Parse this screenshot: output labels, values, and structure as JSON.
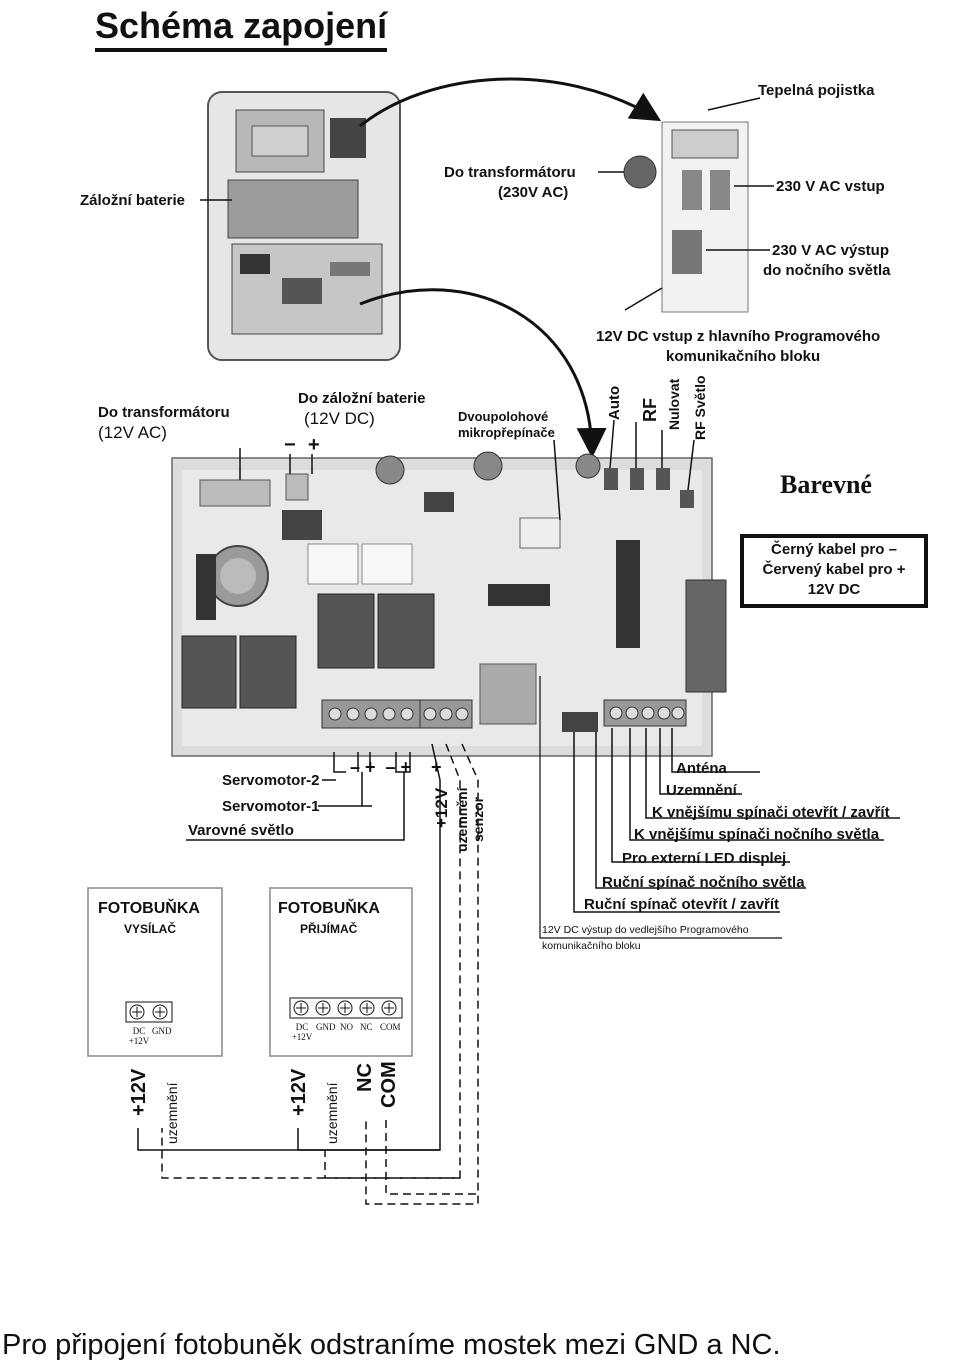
{
  "title": "Schéma zapojení",
  "top_labels": {
    "thermal_fuse": "Tepelná pojistka",
    "to_transformer_230": "Do transformátoru",
    "to_transformer_230_sub": "(230V AC)",
    "ac_input": "230 V AC vstup",
    "ac_output_1": "230 V AC výstup",
    "ac_output_2": "do nočního světla",
    "backup_battery": "Záložní baterie",
    "dc_input_1": "12V DC vstup z hlavního Programového",
    "dc_input_2": "komunikačního bloku"
  },
  "board_labels": {
    "to_transformer_12": "Do transformátoru",
    "to_transformer_12_sub": "(12V AC)",
    "to_battery": "Do záložní baterie",
    "to_battery_sub": "(12V DC)",
    "minus": "−",
    "plus": "+",
    "dip_1": "Dvoupolohové",
    "dip_2": "mikropřepínače",
    "auto": "Auto",
    "rf": "RF",
    "reset": "Nulovat",
    "rf_light": "RF Světlo",
    "colored": "Barevné",
    "cable_1": "Černý kabel pro –",
    "cable_2": "Červený kabel pro +",
    "cable_3": "12V DC"
  },
  "left_terminals": {
    "servo2": "Servomotor-2",
    "servo1": "Servomotor-1",
    "warning_light": "Varovné světlo",
    "plus12": "+12V",
    "ground": "uzemnění",
    "sensor": "senzor"
  },
  "right_terminals": [
    "Anténa",
    "Uzemnění",
    "K vnějšímu spínači otevřít / zavřít",
    "K vnějšímu spínači nočního světla",
    "Pro externí LED displej",
    "Ruční spínač nočního světla",
    "Ruční spínač otevřít / zavřít"
  ],
  "dc_output_1": "12V DC výstup do vedlejšího Programového",
  "dc_output_2": "komunikačního bloku",
  "photocells": {
    "tx_title": "FOTOBUŇKA",
    "tx_sub": "VYSÍLAČ",
    "tx_pins": [
      "DC +12V",
      "GND"
    ],
    "rx_title": "FOTOBUŇKA",
    "rx_sub": "PŘIJÍMAČ",
    "rx_pins": [
      "DC +12V",
      "GND",
      "NO",
      "NC",
      "COM"
    ]
  },
  "bottom_wires": {
    "tx_plus": "+12V",
    "tx_ground": "uzemnění",
    "rx_plus": "+12V",
    "rx_ground": "uzemnění",
    "nc": "NC",
    "com": "COM"
  },
  "caption": "Pro připojení fotobuněk odstraníme mostek mezi GND a NC."
}
